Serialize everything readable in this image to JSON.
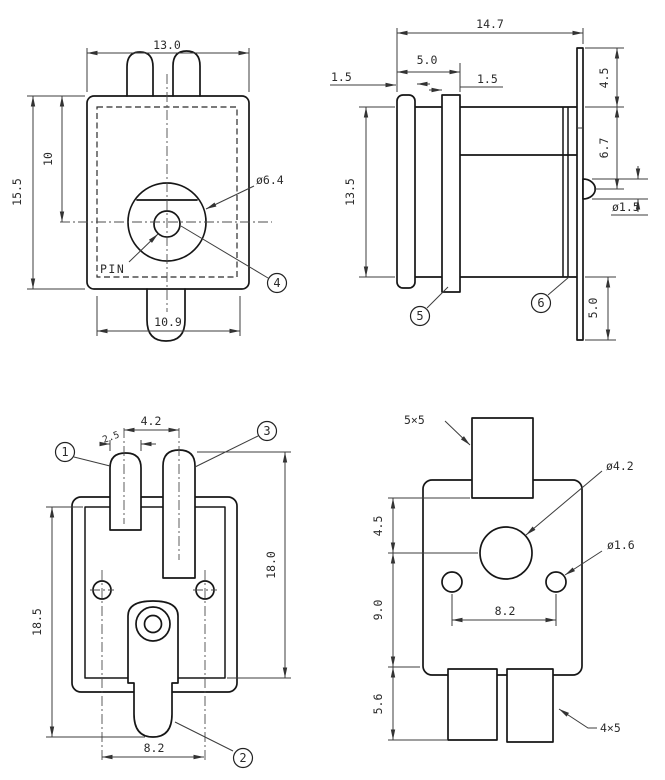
{
  "colors": {
    "background": "#ffffff",
    "object_line": "#161616",
    "dimension_line": "#3d3d3d",
    "text": "#2b2b2b"
  },
  "front_view": {
    "dim_width": "13.0",
    "dim_height": "15.5",
    "dim_center_height": "10",
    "dia_barrel": "ø6.4",
    "pin_label": "PIN",
    "dim_bottom_width": "10.9",
    "balloon_4": "4"
  },
  "side_view": {
    "dim_overall_depth": "14.7",
    "dim_flange_thickness": "1.5",
    "dim_front_section": "5.0",
    "dim_washer_thickness": "1.5",
    "dim_plate_above": "4.5",
    "dim_pin_offset": "6.7",
    "dia_side_pin": "ø1.5",
    "dim_body_height": "13.5",
    "dim_plate_below": "5.0",
    "balloon_5": "5",
    "balloon_6": "6"
  },
  "back_view": {
    "dim_pin_pitch": "4.2",
    "dim_pin_width": "2.5",
    "dim_height_outer": "18.5",
    "dim_height_inner": "18.0",
    "dim_hole_pitch": "8.2",
    "balloon_1": "1",
    "balloon_3": "3",
    "balloon_2": "2"
  },
  "bottom_view": {
    "label_top_tab": "5×5",
    "dia_center_hole": "ø4.2",
    "dia_side_hole": "ø1.6",
    "dim_seg_top": "4.5",
    "dim_seg_mid": "9.0",
    "dim_seg_bottom": "5.6",
    "dim_hole_pitch": "8.2",
    "label_bottom_tab": "4×5"
  }
}
